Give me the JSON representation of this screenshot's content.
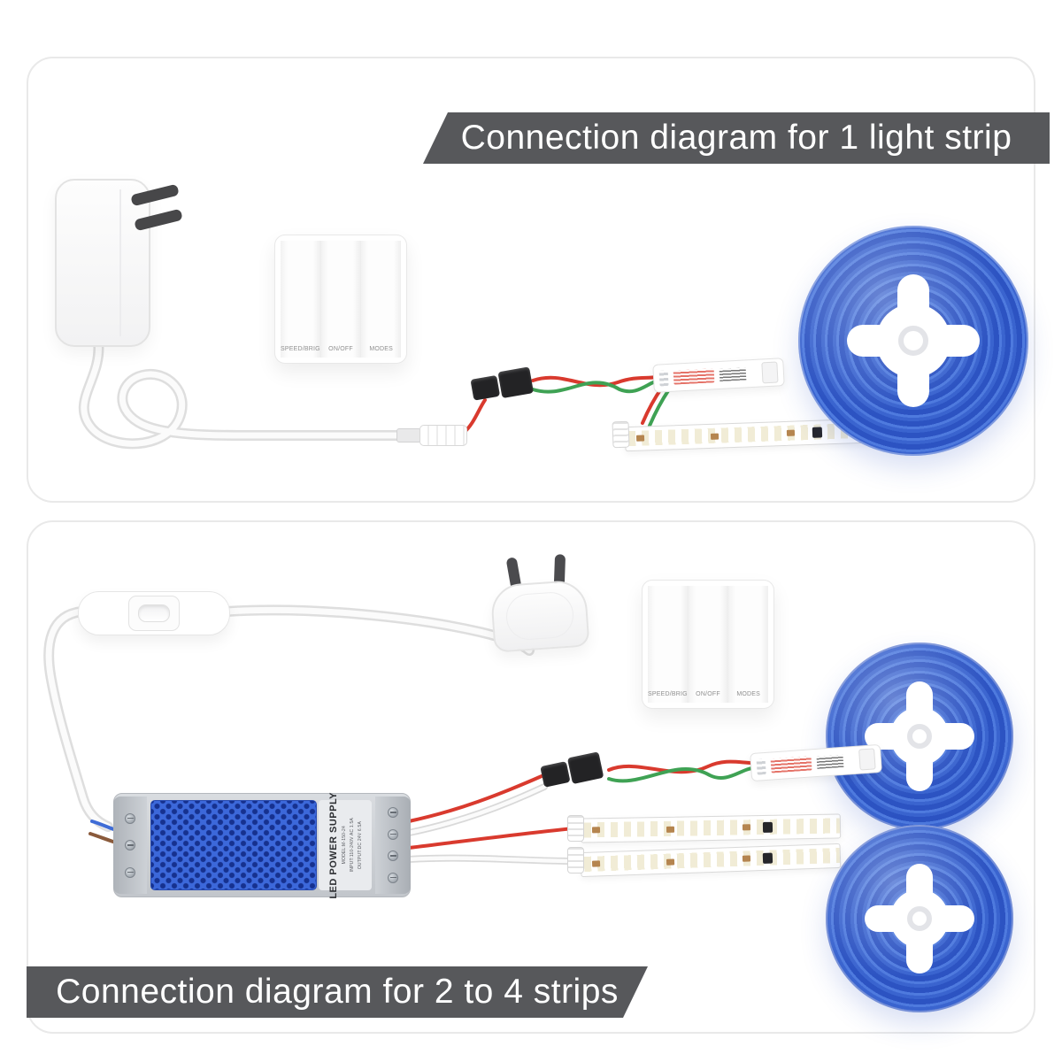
{
  "panel1": {
    "title": "Connection diagram for 1 light strip",
    "switch": {
      "buttons": [
        "SPEED/BRIGHT",
        "ON/OFF",
        "MODES"
      ]
    }
  },
  "panel2": {
    "title": "Connection diagram for 2 to 4 strips",
    "switch": {
      "buttons": [
        "SPEED/BRIGHT",
        "ON/OFF",
        "MODES"
      ]
    },
    "power_supply": {
      "title": "LED POWER SUPPLY",
      "model": "MODEL:M-150-24",
      "input": "INPUT:110-240V AC 1.5A",
      "output": "OUTPUT:DC 24V 6.5A"
    }
  },
  "colors": {
    "banner": "#57585b",
    "reel_blue": "#3f6cd6",
    "wire_red": "#d93a2e",
    "wire_green": "#3fa254"
  }
}
